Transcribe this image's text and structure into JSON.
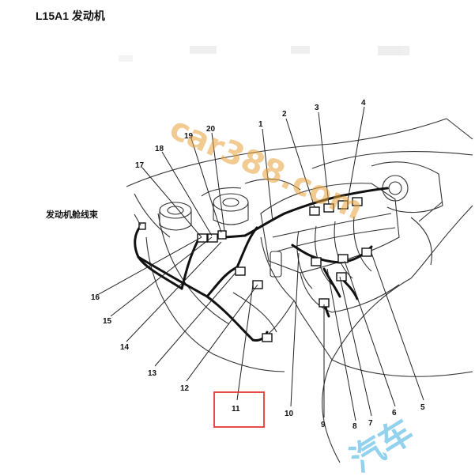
{
  "title": "L15A1 发动机",
  "harness_label": "发动机舱线束",
  "callouts": [
    "1",
    "2",
    "3",
    "4",
    "5",
    "6",
    "7",
    "8",
    "9",
    "10",
    "11",
    "12",
    "13",
    "14",
    "15",
    "16",
    "17",
    "18",
    "19",
    "20"
  ],
  "highlighted_callout": "11",
  "highlight_color": "#e53935",
  "watermarks": [
    "car388.com",
    "汽车"
  ],
  "watermark_colors": [
    "#e8a13a",
    "#6fc3ea"
  ]
}
